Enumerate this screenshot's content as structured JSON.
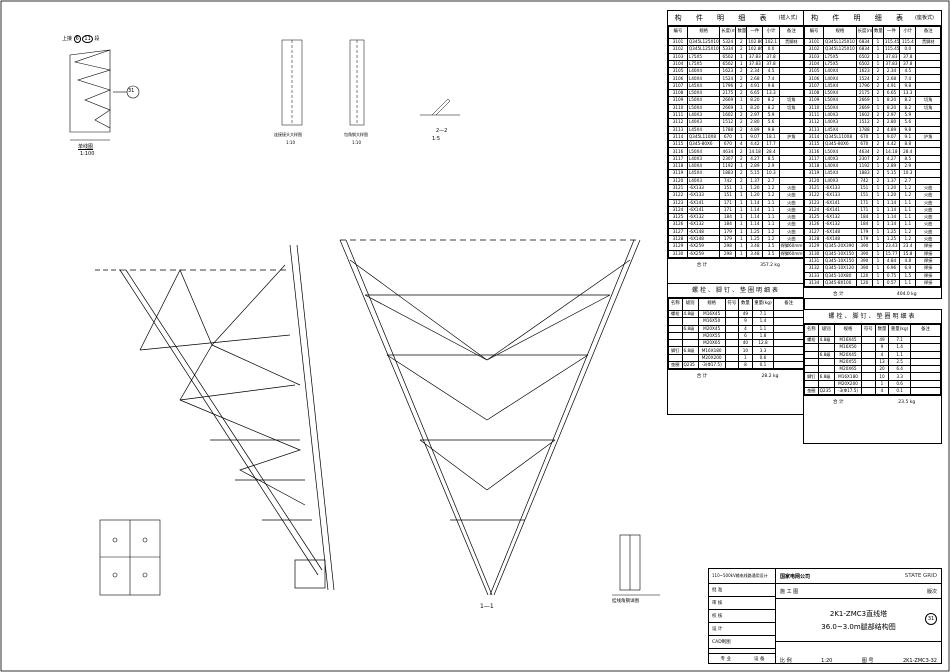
{
  "drawing": {
    "lines_labels": {
      "view_top": "上接",
      "view_top_refs": [
        "6",
        "11"
      ],
      "view_top_suffix": "段",
      "view_top_scale_name": "单线图",
      "view_top_scale": "1:100",
      "detail_a": "连接接头大样图",
      "detail_a_scale": "1:10",
      "detail_b": "包角钢大样图",
      "detail_b_scale": "1:10",
      "section_22": "2—2",
      "section_22_scale": "1:5",
      "section_11": "1—1",
      "plate_detail": "挂线角钢详图",
      "sheet_badge": "31"
    }
  },
  "left_table": {
    "title": "构 件 明 细 表",
    "suffix": "(插入式)",
    "headers": [
      "编号",
      "规格",
      "长度(mm)",
      "数量",
      "一件",
      "小计",
      "备注"
    ],
    "rows": [
      [
        "3101",
        "Q345L125X10",
        "5324",
        "2",
        "102.86",
        "102.1",
        "贯脚材"
      ],
      [
        "3102",
        "Q345L125X10",
        "5334",
        "2",
        "102.86",
        "0.0",
        ""
      ],
      [
        "3103",
        "L75X5",
        "6502",
        "1",
        "37.83",
        "37.8",
        ""
      ],
      [
        "3104",
        "L75X5",
        "6502",
        "1",
        "37.83",
        "37.8",
        ""
      ],
      [
        "3105",
        "L40X4",
        "1623",
        "2",
        "2.34",
        "4.5",
        ""
      ],
      [
        "3106",
        "L40X4",
        "1524",
        "2",
        "2.68",
        "7.4",
        ""
      ],
      [
        "3107",
        "L45X4",
        "1796",
        "2",
        "4.91",
        "9.8",
        ""
      ],
      [
        "3108",
        "L50X4",
        "2175",
        "2",
        "6.65",
        "13.3",
        ""
      ],
      [
        "3109",
        "L50X4",
        "2669",
        "1",
        "8.20",
        "8.2",
        "切角"
      ],
      [
        "3110",
        "L50X4",
        "2669",
        "1",
        "8.20",
        "8.2",
        "切角"
      ],
      [
        "3111",
        "L40X3",
        "1602",
        "2",
        "2.97",
        "5.9",
        ""
      ],
      [
        "3112",
        "L40X3",
        "1512",
        "2",
        "2.80",
        "5.6",
        ""
      ],
      [
        "3113",
        "L45X4",
        "1788",
        "2",
        "4.89",
        "9.8",
        ""
      ],
      [
        "3114",
        "Q345L110X8",
        "670",
        "1",
        "9.07",
        "18.1",
        "护角"
      ],
      [
        "3115",
        "Q345-80X6",
        "670",
        "4",
        "4.42",
        "17.7",
        ""
      ],
      [
        "3116",
        "L50X4",
        "4634",
        "2",
        "14.18",
        "28.4",
        ""
      ],
      [
        "3117",
        "L40X3",
        "2307",
        "2",
        "4.27",
        "8.5",
        ""
      ],
      [
        "3118",
        "L40X4",
        "1192",
        "1",
        "2.89",
        "2.9",
        ""
      ],
      [
        "3119",
        "L45X4",
        "1883",
        "2",
        "5.15",
        "10.3",
        ""
      ],
      [
        "3120",
        "L40X3",
        "742",
        "2",
        "1.37",
        "2.7",
        ""
      ],
      [
        "3121",
        "-6X133",
        "151",
        "1",
        "1.20",
        "1.2",
        "火曲"
      ],
      [
        "3122",
        "-6X133",
        "151",
        "1",
        "1.20",
        "1.2",
        "火曲"
      ],
      [
        "3123",
        "-6X141",
        "171",
        "1",
        "1.14",
        "1.1",
        "火曲"
      ],
      [
        "3124",
        "-6X141",
        "171",
        "1",
        "1.14",
        "1.1",
        "火曲"
      ],
      [
        "3125",
        "-6X132",
        "184",
        "1",
        "1.14",
        "1.1",
        "火曲"
      ],
      [
        "3126",
        "-6X132",
        "184",
        "1",
        "1.14",
        "1.1",
        "火曲"
      ],
      [
        "3127",
        "-6X148",
        "179",
        "1",
        "1.25",
        "1.2",
        "火曲"
      ],
      [
        "3128",
        "-6X148",
        "179",
        "1",
        "1.25",
        "1.2",
        "火曲"
      ],
      [
        "3129",
        "-6X259",
        "298",
        "1",
        "3.48",
        "3.5",
        "焊脚60mm"
      ],
      [
        "3130",
        "-6X259",
        "298",
        "1",
        "3.48",
        "3.5",
        "焊脚60mm"
      ]
    ],
    "total_label": "合 计",
    "total_value": "357.2 kg"
  },
  "left_bolt": {
    "title": "螺栓、脚钉、垫圈明细表",
    "headers": [
      "名称",
      "级别",
      "规格",
      "符号",
      "数量",
      "重量(kg)",
      "备注"
    ],
    "rows": [
      [
        "螺栓",
        "4.8级",
        "M16X45",
        "",
        "49",
        "7.1",
        ""
      ],
      [
        "",
        "",
        "M16X50",
        "",
        "9",
        "1.4",
        ""
      ],
      [
        "",
        "6.8级",
        "M20X45",
        "",
        "4",
        "1.1",
        ""
      ],
      [
        "",
        "",
        "M20X55",
        "",
        "6",
        "1.8",
        ""
      ],
      [
        "",
        "",
        "M20X65",
        "",
        "40",
        "12.8",
        ""
      ],
      [
        "脚钉",
        "6.8级",
        "M16X180",
        "",
        "10",
        "3.3",
        ""
      ],
      [
        "",
        "",
        "M20X200",
        "",
        "1",
        "0.6",
        ""
      ],
      [
        "垫圈",
        "Q235",
        "-3(Φ17.5)",
        "",
        "8",
        "0.1",
        ""
      ]
    ],
    "total_label": "合 计",
    "total_value": "28.2 kg"
  },
  "right_table": {
    "title": "构 件 明 细 表",
    "suffix": "(座板式)",
    "headers": [
      "编号",
      "规格",
      "长度(mm)",
      "数量",
      "一件",
      "小计",
      "备注"
    ],
    "rows": [
      [
        "3101",
        "Q345L125X10",
        "6834",
        "1",
        "115.45",
        "115.4",
        "贯脚材"
      ],
      [
        "3102",
        "Q345L125X10",
        "6834",
        "1",
        "115.45",
        "0.0",
        ""
      ],
      [
        "3103",
        "L75X5",
        "6502",
        "1",
        "37.83",
        "37.8",
        ""
      ],
      [
        "3104",
        "L75X5",
        "6502",
        "1",
        "37.83",
        "37.8",
        ""
      ],
      [
        "3105",
        "L40X4",
        "1623",
        "2",
        "2.34",
        "4.5",
        ""
      ],
      [
        "3106",
        "L40X4",
        "1524",
        "2",
        "2.68",
        "7.4",
        ""
      ],
      [
        "3107",
        "L45X4",
        "1796",
        "2",
        "4.91",
        "9.8",
        ""
      ],
      [
        "3108",
        "L50X4",
        "2175",
        "2",
        "6.65",
        "13.3",
        ""
      ],
      [
        "3109",
        "L50X4",
        "2669",
        "1",
        "8.20",
        "8.2",
        "切角"
      ],
      [
        "3110",
        "L50X4",
        "2669",
        "1",
        "8.20",
        "8.2",
        "切角"
      ],
      [
        "3111",
        "L40X3",
        "1602",
        "2",
        "2.97",
        "5.9",
        ""
      ],
      [
        "3112",
        "L40X3",
        "1512",
        "2",
        "2.80",
        "5.6",
        ""
      ],
      [
        "3113",
        "L45X4",
        "1788",
        "2",
        "4.89",
        "9.8",
        ""
      ],
      [
        "3114",
        "Q345L110X8",
        "670",
        "1",
        "9.07",
        "9.1",
        "护角"
      ],
      [
        "3115",
        "Q345-80X6",
        "670",
        "2",
        "4.42",
        "8.8",
        ""
      ],
      [
        "3116",
        "L50X4",
        "4634",
        "2",
        "14.18",
        "28.4",
        ""
      ],
      [
        "3117",
        "L40X3",
        "2307",
        "2",
        "4.27",
        "8.5",
        ""
      ],
      [
        "3118",
        "L40X4",
        "1192",
        "1",
        "2.89",
        "2.9",
        ""
      ],
      [
        "3119",
        "L45X4",
        "1883",
        "2",
        "5.15",
        "10.3",
        ""
      ],
      [
        "3120",
        "L40X3",
        "742",
        "2",
        "1.37",
        "2.7",
        ""
      ],
      [
        "3121",
        "-6X133",
        "151",
        "1",
        "1.20",
        "1.2",
        "火曲"
      ],
      [
        "3122",
        "-6X133",
        "151",
        "1",
        "1.20",
        "1.2",
        "火曲"
      ],
      [
        "3123",
        "-6X141",
        "171",
        "1",
        "1.14",
        "1.1",
        "火曲"
      ],
      [
        "3124",
        "-6X141",
        "171",
        "1",
        "1.14",
        "1.1",
        "火曲"
      ],
      [
        "3125",
        "-6X132",
        "184",
        "1",
        "1.14",
        "1.1",
        "火曲"
      ],
      [
        "3126",
        "-6X132",
        "184",
        "1",
        "1.14",
        "1.1",
        "火曲"
      ],
      [
        "3127",
        "-6X148",
        "179",
        "1",
        "1.25",
        "1.2",
        "火曲"
      ],
      [
        "3128",
        "-6X148",
        "179",
        "1",
        "1.25",
        "1.2",
        "火曲"
      ],
      [
        "3129",
        "Q345-20X390",
        "390",
        "1",
        "23.43",
        "23.4",
        "焊接"
      ],
      [
        "3130",
        "Q345-10X150",
        "390",
        "1",
        "15.77",
        "15.8",
        "焊接"
      ],
      [
        "3131",
        "Q345-10X150",
        "390",
        "1",
        "4.84",
        "4.8",
        "焊接"
      ],
      [
        "3132",
        "Q345-10X120",
        "390",
        "1",
        "6.96",
        "6.9",
        "焊接"
      ],
      [
        "3133",
        "Q345-10X80",
        "120",
        "1",
        "0.75",
        "1.5",
        "焊接"
      ],
      [
        "3134",
        "Q345-8X100",
        "120",
        "1",
        "0.57",
        "1.1",
        "焊接"
      ]
    ],
    "total_label": "合 计",
    "total_value": "404.0 kg"
  },
  "right_bolt": {
    "title": "螺栓、脚钉、垫圈明细表",
    "headers": [
      "名称",
      "级别",
      "规格",
      "符号",
      "数量",
      "重量(kg)",
      "备注"
    ],
    "rows": [
      [
        "螺栓",
        "4.8级",
        "M16X45",
        "",
        "49",
        "7.1",
        ""
      ],
      [
        "",
        "",
        "M16X50",
        "",
        "9",
        "1.4",
        ""
      ],
      [
        "",
        "6.8级",
        "M20X45",
        "",
        "4",
        "1.1",
        ""
      ],
      [
        "",
        "",
        "M20X55",
        "",
        "13",
        "2.5",
        ""
      ],
      [
        "",
        "",
        "M20X65",
        "",
        "20",
        "6.4",
        ""
      ],
      [
        "脚钉",
        "6.8级",
        "M16X180",
        "",
        "10",
        "3.3",
        ""
      ],
      [
        "",
        "",
        "M20X200",
        "",
        "1",
        "0.6",
        ""
      ],
      [
        "垫圈",
        "Q235",
        "-3(Φ17.5)",
        "",
        "4",
        "0.1",
        ""
      ]
    ],
    "total_label": "合 计",
    "total_value": "23.5 kg"
  },
  "title_block": {
    "company": "国家电网公司",
    "company_en": "STATE GRID",
    "project": "110~500kV输电线路通用设计",
    "stage": "施 工 图",
    "stage_right": "版次",
    "left_rows": [
      "批 准",
      "审 核",
      "校 核",
      "设 计",
      "CAD制图"
    ],
    "footer_left": [
      "专 业",
      "设 备",
      "比 例"
    ],
    "drawing_title_1": "2K1-ZMC3直线塔",
    "drawing_title_2": "36.0~3.0m腿部结构图",
    "drawing_no_label": "图 号",
    "scale_label": "比 例",
    "scale": "1:20",
    "drawing_no": "2K1-ZMC3-32",
    "badge": "31"
  }
}
